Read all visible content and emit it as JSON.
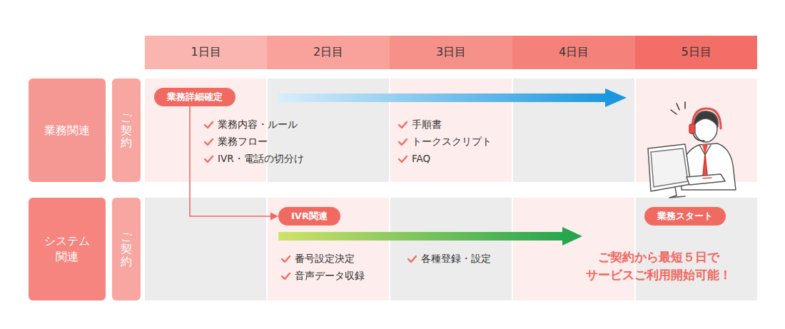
{
  "diagram": {
    "nodes": [
      {
        "text": [
          "1日目"
        ]
      },
      {
        "text": [
          "2日目"
        ]
      },
      {
        "text": [
          "3日目"
        ]
      },
      {
        "text": [
          "4日目"
        ]
      },
      {
        "text": [
          "5日目"
        ]
      },
      {
        "text": [
          "業務関連"
        ]
      },
      {
        "text": [
          "ご契約"
        ]
      },
      {
        "text": [
          "業務詳細確定"
        ]
      },
      {
        "text": [
          "システム関連"
        ]
      },
      {
        "text": [
          "ご契約"
        ]
      },
      {
        "text": [
          "IVR関連"
        ]
      },
      {
        "text": [
          "業務スタート"
        ]
      }
    ],
    "edges": [
      {
        "from": 7,
        "to": 10,
        "arrow": "to"
      }
    ],
    "labels": [
      "業務内容・ルール",
      "業務フロー",
      "IVR・電話の切分け",
      "手順書",
      "トークスクリプト",
      "FAQ",
      "番号設定決定",
      "音声データ収録",
      "各種登録・設定",
      "ご契約から最短５日で サービスご利用開始可能！"
    ]
  }
}
